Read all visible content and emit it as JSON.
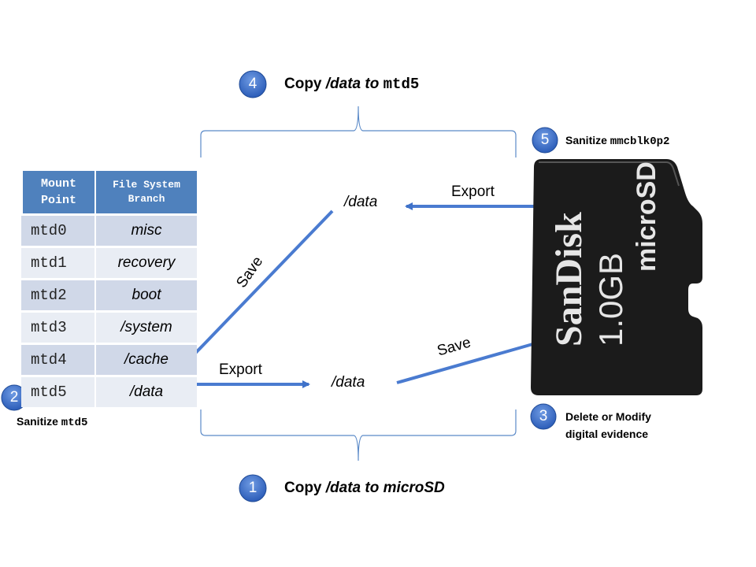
{
  "steps": {
    "s1": {
      "num": "1",
      "pre": "Copy ",
      "path": "/data",
      "mid": " to ",
      "target": "microSD"
    },
    "s2": {
      "num": "2",
      "pre": "Sanitize ",
      "target": "mtd5"
    },
    "s3": {
      "num": "3",
      "line1": "Delete or Modify",
      "line2": "digital evidence"
    },
    "s4": {
      "num": "4",
      "pre": "Copy ",
      "path": "/data",
      "mid": " to ",
      "target": "mtd5"
    },
    "s5": {
      "num": "5",
      "pre": "Sanitize ",
      "target": "mmcblk0p2"
    }
  },
  "table": {
    "header": [
      "Mount Point",
      "File System Branch"
    ],
    "rows": [
      {
        "mount": "mtd0",
        "branch": "misc"
      },
      {
        "mount": "mtd1",
        "branch": "recovery"
      },
      {
        "mount": "mtd2",
        "branch": "boot"
      },
      {
        "mount": "mtd3",
        "branch": "/system"
      },
      {
        "mount": "mtd4",
        "branch": "/cache"
      },
      {
        "mount": "mtd5",
        "branch": "/data"
      }
    ]
  },
  "nodes": {
    "data_top": "/data",
    "data_bottom": "/data"
  },
  "edges": {
    "export_bottom": "Export",
    "export_top": "Export",
    "save_left": "Save",
    "save_right": "Save"
  },
  "card": {
    "brand": "SanDisk",
    "capacity": "1.0GB",
    "logo": "microSD"
  },
  "colors": {
    "badge": "#3d6fc4",
    "arrow": "#4a7bd0",
    "table_header": "#4f81bd",
    "card": "#1a1a1a"
  }
}
